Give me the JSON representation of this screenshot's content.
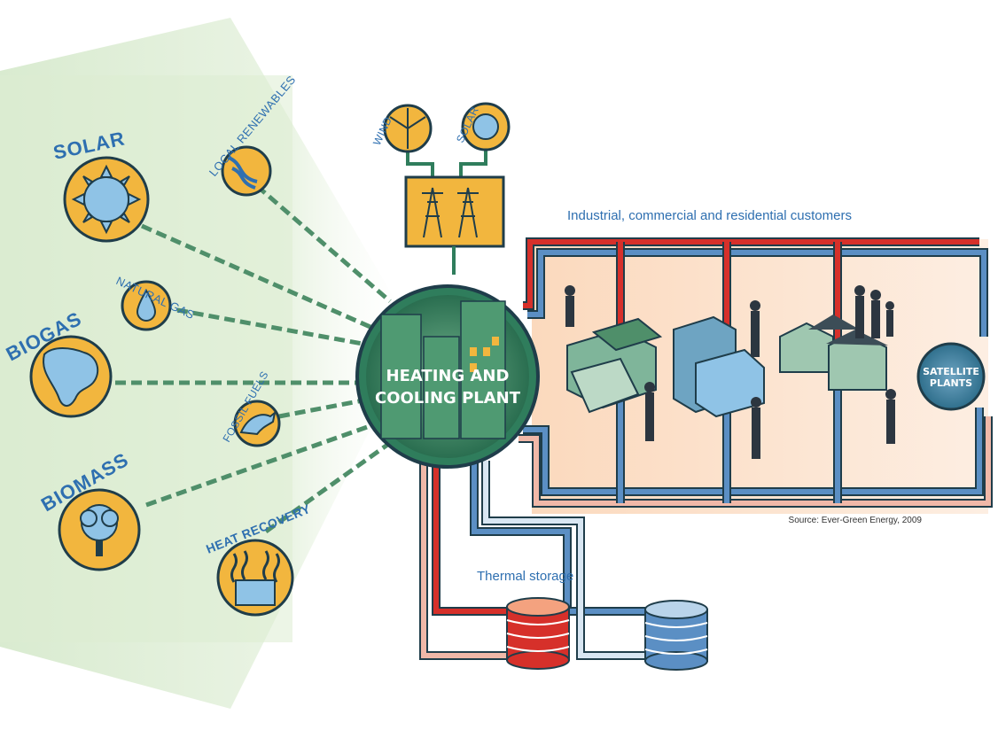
{
  "sources_left": [
    {
      "id": "solar",
      "label": "SOLAR",
      "icon": "sun-icon"
    },
    {
      "id": "natural-gas",
      "label": "NATURAL GAS",
      "icon": "gas-drop-icon"
    },
    {
      "id": "biogas",
      "label": "BIOGAS",
      "icon": "biogas-icon"
    },
    {
      "id": "biomass",
      "label": "BIOMASS",
      "icon": "tree-icon"
    },
    {
      "id": "local-renewables",
      "label": "LOCAL RENEWABLES",
      "icon": "river-icon"
    },
    {
      "id": "fossil-fuels",
      "label": "FOSSIL FUELS",
      "icon": "dinosaur-icon"
    },
    {
      "id": "heat-recovery",
      "label": "HEAT RECOVERY",
      "icon": "heat-building-icon"
    }
  ],
  "top_sources": {
    "wind": "WIND",
    "solar": "SOLAR"
  },
  "plant": {
    "line1": "HEATING AND",
    "line2": "COOLING PLANT"
  },
  "customers_caption": "Industrial, commercial and residential customers",
  "thermal_caption": "Thermal storage",
  "satellite": {
    "line1": "SATELLITE",
    "line2": "PLANTS"
  },
  "source_note": "Source: Ever-Green Energy, 2009",
  "colors": {
    "hot_pipe": "#d6302a",
    "cold_pipe": "#5b8fc4",
    "return_pipe": "#f0b8a8",
    "icon_fill": "#f2b63e",
    "plant_green": "#2f7d5c",
    "label_blue": "#2e6fb0",
    "customer_area": "#fbe2cc"
  }
}
